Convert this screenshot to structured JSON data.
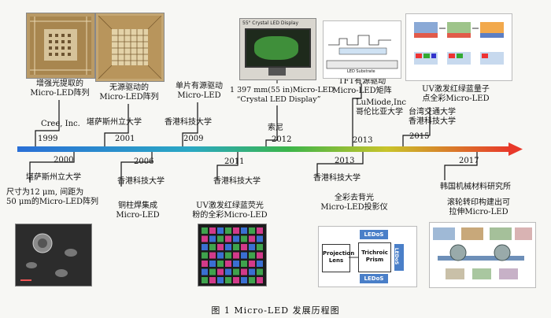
{
  "top_events": [
    {
      "year": "1999",
      "org": "Cree, Inc.",
      "desc": [
        "增强光提取的",
        "Micro-LED阵列"
      ]
    },
    {
      "year": "2001",
      "org": "堪萨斯州立大学",
      "desc": [
        "无源驱动的",
        "Micro-LED阵列"
      ]
    },
    {
      "year": "2009",
      "org": "香港科技大学",
      "desc": [
        "单片有源驱动",
        "Micro-LED"
      ]
    },
    {
      "year": "2012",
      "org": "索尼",
      "desc": [
        "1 397 mm(55 in)Micro-LED",
        "“Crystal LED Display”"
      ]
    },
    {
      "year": "2013",
      "org": "LuMiode,Inc",
      "org2": "哥伦比亚大学",
      "desc": [
        "TFT有源驱动",
        "Micro-LED矩阵"
      ]
    },
    {
      "year": "2015",
      "org": "台湾交通大学",
      "org2": "香港科技大学",
      "desc": [
        "UV激发红绿蓝量子",
        "点全彩Micro-LED"
      ]
    }
  ],
  "bottom_events": [
    {
      "year": "2000",
      "org": "堪萨斯州立大学",
      "desc": [
        "尺寸为12 μm, 间距为",
        "50 μm的Micro-LED阵列"
      ]
    },
    {
      "year": "2006",
      "org": "香港科技大学",
      "desc": [
        "铜柱焊集成",
        "Micro-LED"
      ]
    },
    {
      "year": "2011",
      "org": "香港科技大学",
      "desc": [
        "UV激发红绿蓝荧光",
        "粉的全彩Micro-LED"
      ]
    },
    {
      "year": "2013",
      "org": "香港科技大学",
      "desc": [
        "全彩去背光",
        "Micro-LED投影仪"
      ]
    },
    {
      "year": "2017",
      "org": "韩国机械材料研究所",
      "desc": [
        "滚轮转印构建出可",
        "拉伸Micro-LED"
      ]
    }
  ],
  "image_texts": {
    "tv_caption": "55\" Crystal LED Display",
    "ledos_top": "LEDoS",
    "ledos_bottom": "LEDoS",
    "ledos_side": "LEDoS",
    "projection_lens": [
      "Projection",
      "Lens"
    ],
    "prism": [
      "Trichroic",
      "Prism"
    ],
    "led_substrate": "LED Substrate"
  },
  "caption": "图 1    Micro-LED 发展历程图",
  "colors": {
    "arrow_start": "#2a9fd6",
    "arrow_mid": "#3bb54a",
    "arrow_end": "#e8392a"
  }
}
